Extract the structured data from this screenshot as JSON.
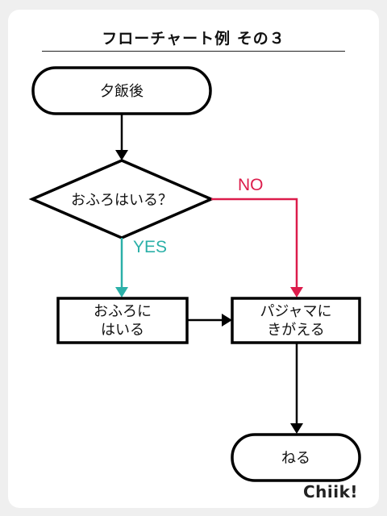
{
  "title": "フローチャート例 その３",
  "nodes": {
    "start": "夕飯後",
    "decision": "おふろはいる？",
    "bath_line1": "おふろに",
    "bath_line2": "はいる",
    "pajama_line1": "パジャマに",
    "pajama_line2": "きがえる",
    "end": "ねる"
  },
  "edges": {
    "no_label": "NO",
    "yes_label": "YES"
  },
  "brand": "Chiik!",
  "colors": {
    "no": "#dc1c4b",
    "yes": "#2bb0a8",
    "line": "#000000"
  }
}
